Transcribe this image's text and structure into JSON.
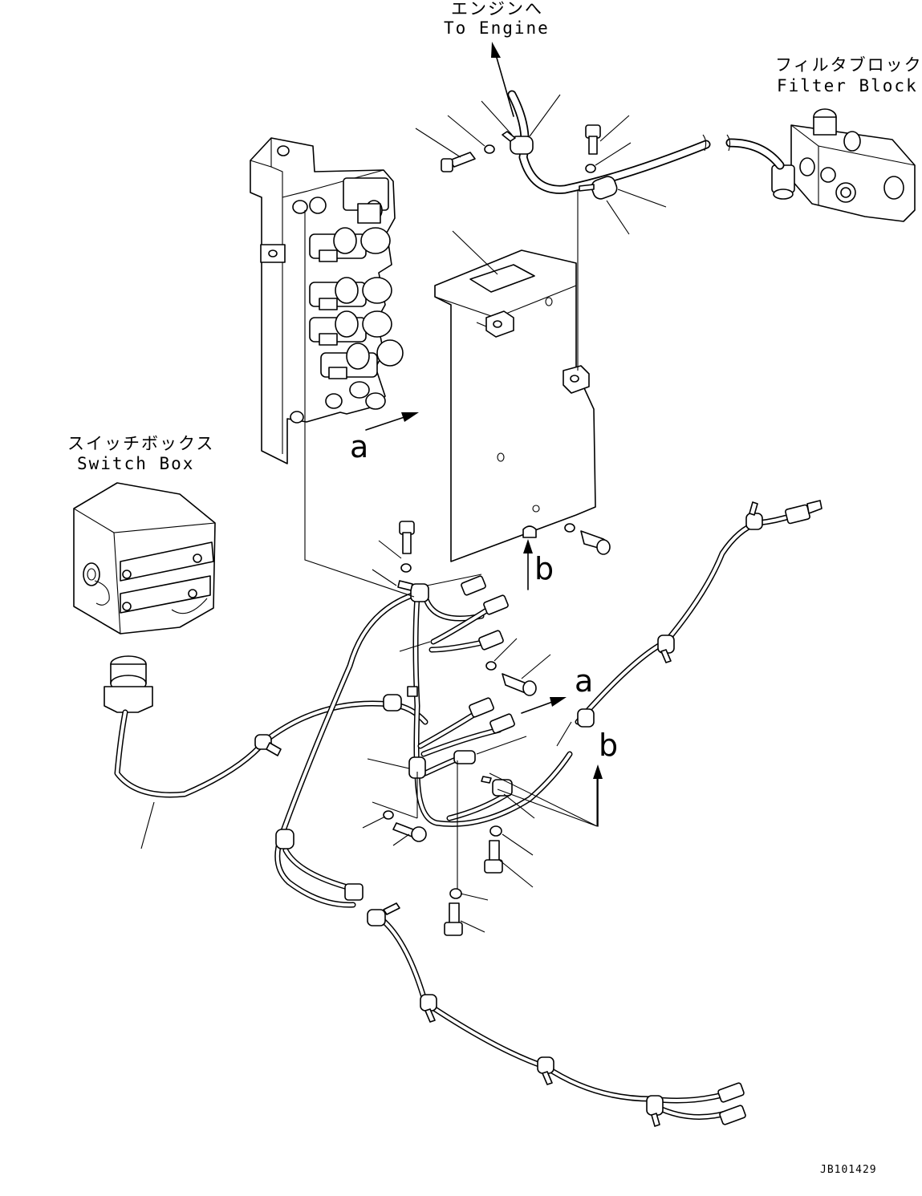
{
  "labels": {
    "engine_jp": "エンジンへ",
    "engine_en": "To Engine",
    "filter_jp": "フィルタブロック",
    "filter_en": "Filter Block",
    "switch_jp": "スイッチボックス",
    "switch_en": "Switch Box"
  },
  "markers": {
    "a": "a",
    "b": "b"
  },
  "drawing_code": "JB101429"
}
